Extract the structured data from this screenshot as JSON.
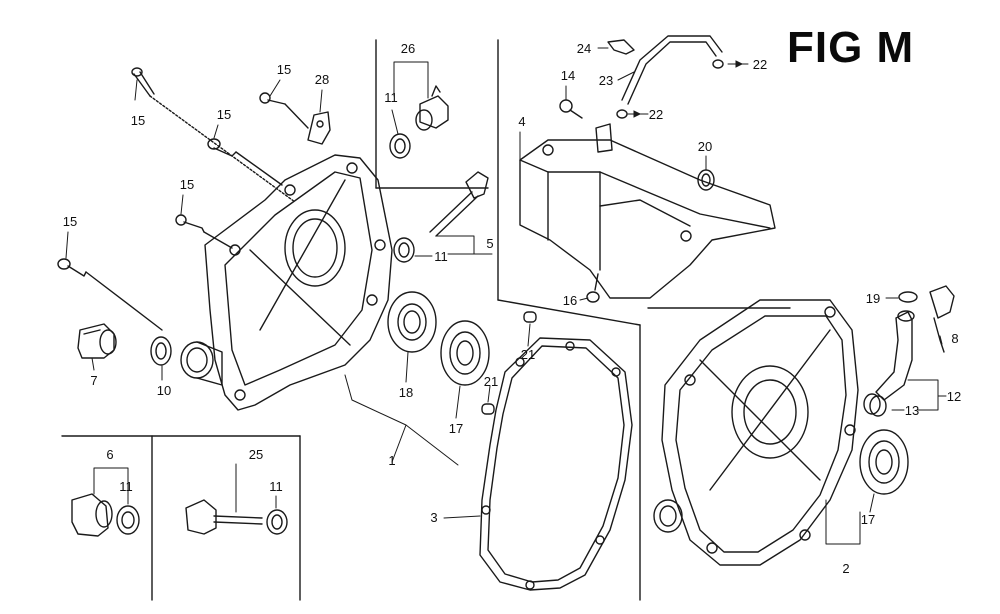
{
  "figure": {
    "title": "FIG M"
  },
  "callouts": [
    {
      "id": "c-26",
      "label": "26"
    },
    {
      "id": "c-11a",
      "label": "11"
    },
    {
      "id": "c-15a",
      "label": "15"
    },
    {
      "id": "c-15b",
      "label": "15"
    },
    {
      "id": "c-15c",
      "label": "15"
    },
    {
      "id": "c-15d",
      "label": "15"
    },
    {
      "id": "c-15e",
      "label": "15"
    },
    {
      "id": "c-28",
      "label": "28"
    },
    {
      "id": "c-24",
      "label": "24"
    },
    {
      "id": "c-14",
      "label": "14"
    },
    {
      "id": "c-23",
      "label": "23"
    },
    {
      "id": "c-22a",
      "label": "22"
    },
    {
      "id": "c-22b",
      "label": "22"
    },
    {
      "id": "c-4",
      "label": "4"
    },
    {
      "id": "c-20",
      "label": "20"
    },
    {
      "id": "c-5",
      "label": "5"
    },
    {
      "id": "c-11b",
      "label": "11"
    },
    {
      "id": "c-16",
      "label": "16"
    },
    {
      "id": "c-19",
      "label": "19"
    },
    {
      "id": "c-8",
      "label": "8"
    },
    {
      "id": "c-12",
      "label": "12"
    },
    {
      "id": "c-13",
      "label": "13"
    },
    {
      "id": "c-7",
      "label": "7"
    },
    {
      "id": "c-10",
      "label": "10"
    },
    {
      "id": "c-18",
      "label": "18"
    },
    {
      "id": "c-17a",
      "label": "17"
    },
    {
      "id": "c-21a",
      "label": "21"
    },
    {
      "id": "c-21b",
      "label": "21"
    },
    {
      "id": "c-1",
      "label": "1"
    },
    {
      "id": "c-3",
      "label": "3"
    },
    {
      "id": "c-17b",
      "label": "17"
    },
    {
      "id": "c-2",
      "label": "2"
    },
    {
      "id": "c-6",
      "label": "6"
    },
    {
      "id": "c-11c",
      "label": "11"
    },
    {
      "id": "c-25",
      "label": "25"
    },
    {
      "id": "c-11d",
      "label": "11"
    }
  ]
}
